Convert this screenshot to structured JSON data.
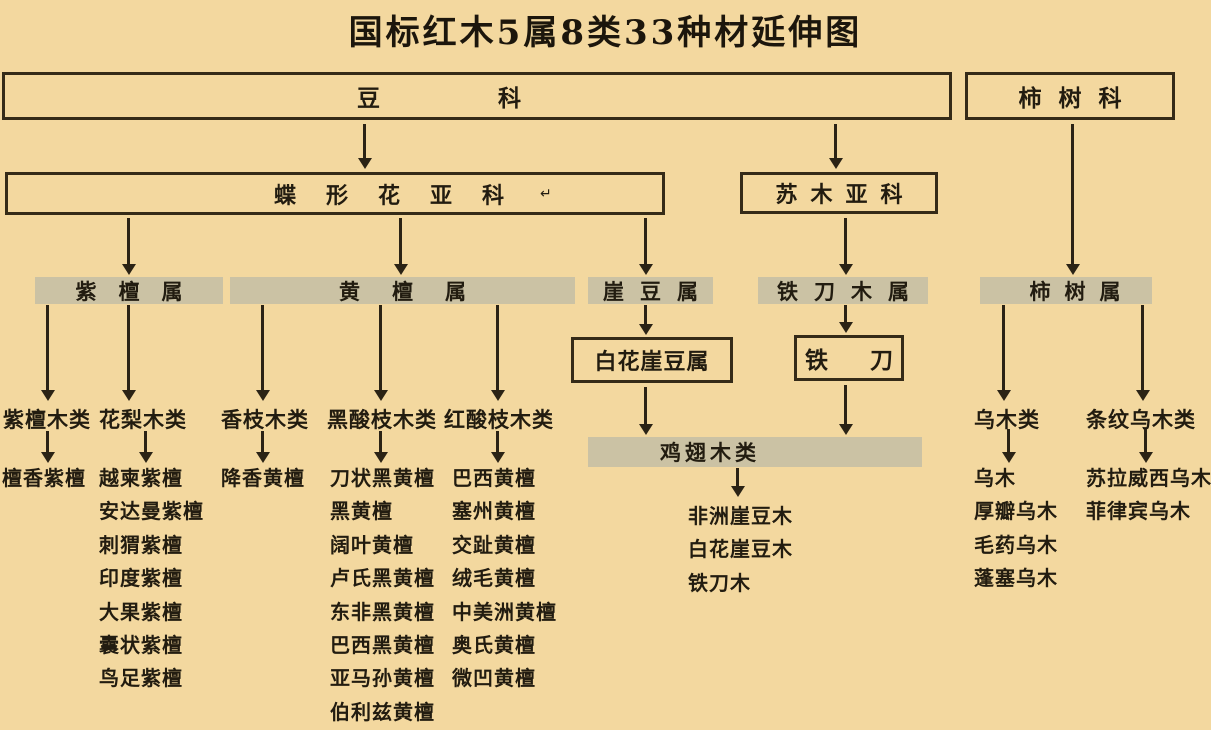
{
  "title": "国标红木5属8类33种材延伸图",
  "colors": {
    "background": "#f3d89f",
    "bar_fill": "#cbc2a4",
    "line": "#2b2315",
    "border": "#352b18",
    "text": "#221c10"
  },
  "nodes": {
    "legume_family": "豆科",
    "persimmon_family": "柿树科",
    "papilionoideae_subfamily": "蝶形花亚科",
    "papilionoideae_suffix": "↵",
    "caesalpinioideae_subfamily": "苏木亚科",
    "genus_pterocarpus": "紫檀属",
    "genus_dalbergia": "黄檀属",
    "genus_millettia": "崖豆属",
    "genus_senna": "铁刀木属",
    "genus_diospyros": "柿树属",
    "genus_white_flower_millettia": "白花崖豆属",
    "genus_tiedao": "铁刀",
    "category_jichimu": "鸡翅木类"
  },
  "categories": {
    "zitan": "紫檀木类",
    "hualimu": "花梨木类",
    "xiangzhimu": "香枝木类",
    "heisuanzhimu": "黑酸枝木类",
    "hongsuanzhimu": "红酸枝木类",
    "wumu": "乌木类",
    "tiaowen_wumu": "条纹乌木类"
  },
  "species": {
    "zitan": [
      "檀香紫檀"
    ],
    "hualimu": [
      "越柬紫檀",
      "安达曼紫檀",
      "刺猬紫檀",
      "印度紫檀",
      "大果紫檀",
      "囊状紫檀",
      "鸟足紫檀"
    ],
    "xiangzhimu": [
      "降香黄檀"
    ],
    "heisuanzhimu": [
      "刀状黑黄檀",
      "黑黄檀",
      "阔叶黄檀",
      "卢氏黑黄檀",
      "东非黑黄檀",
      "巴西黑黄檀",
      "亚马孙黄檀",
      "伯利兹黄檀"
    ],
    "hongsuanzhimu": [
      "巴西黄檀",
      "塞州黄檀",
      "交趾黄檀",
      "绒毛黄檀",
      "中美洲黄檀",
      "奥氏黄檀",
      "微凹黄檀"
    ],
    "jichimu": [
      "非洲崖豆木",
      "白花崖豆木",
      "铁刀木"
    ],
    "wumu": [
      "乌木",
      "厚瓣乌木",
      "毛药乌木",
      "蓬塞乌木"
    ],
    "tiaowen_wumu": [
      "苏拉威西乌木",
      "菲律宾乌木"
    ]
  }
}
